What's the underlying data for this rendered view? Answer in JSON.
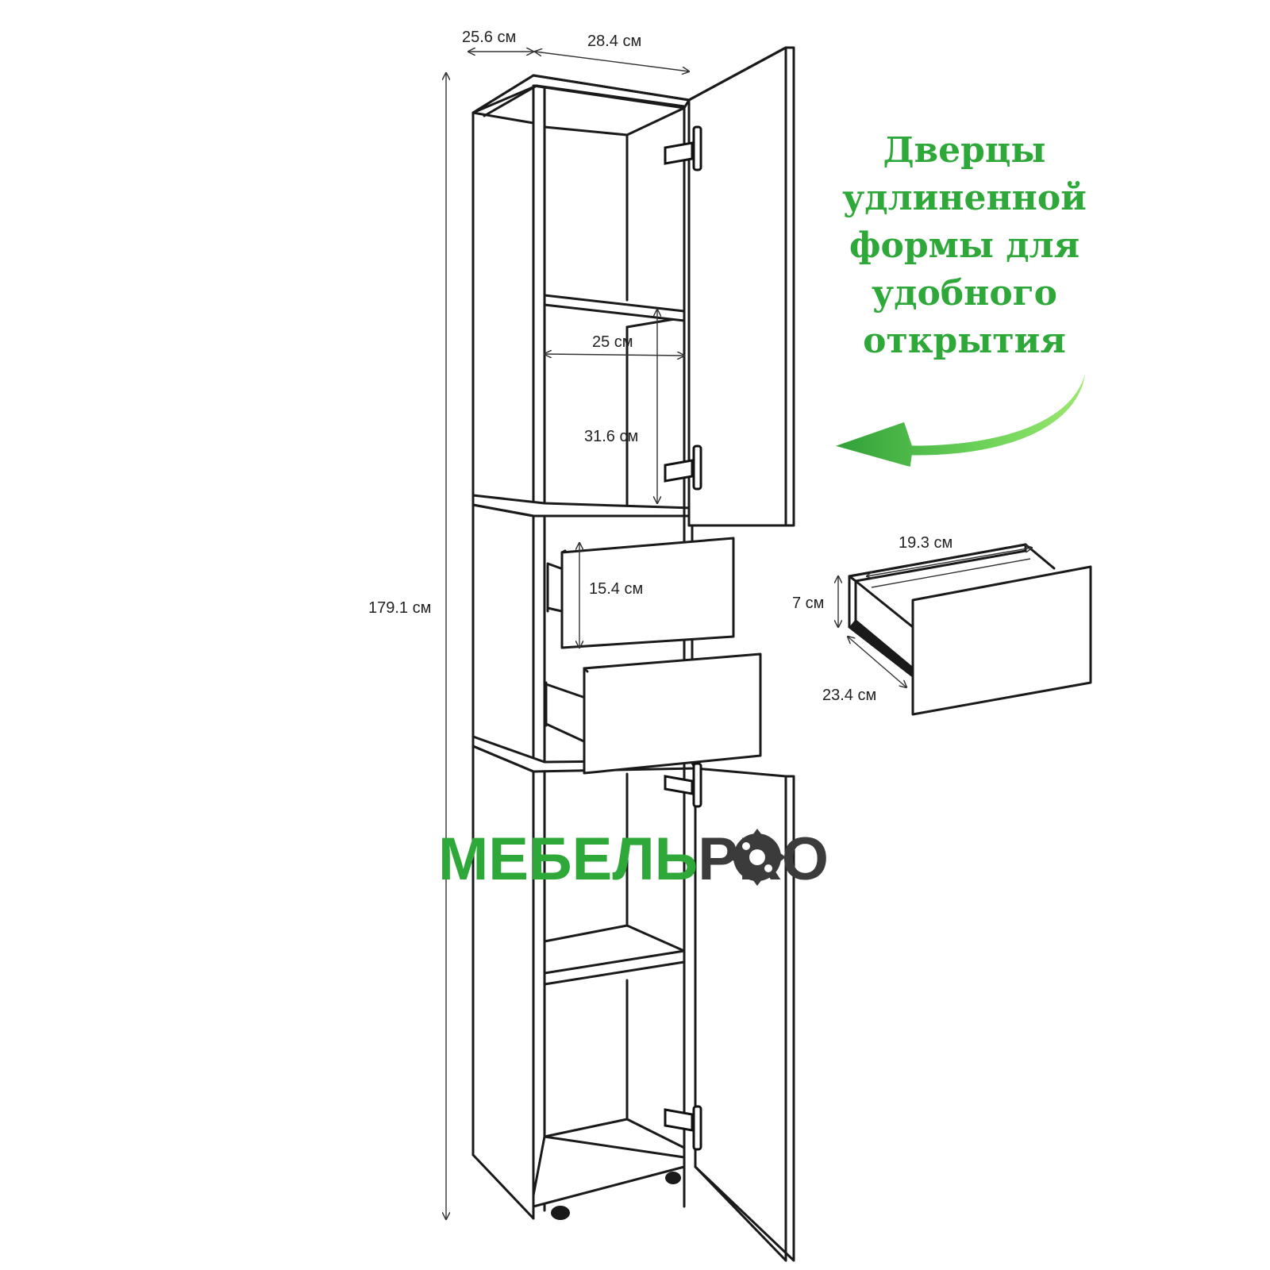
{
  "colors": {
    "accent_green": "#2fa83a",
    "logo_gray": "#3b3b3b",
    "line": "#1a1a1a"
  },
  "dimensions": {
    "top_depth": "25.6 см",
    "top_width": "28.4 см",
    "total_height": "179.1 см",
    "shelf_width": "25 см",
    "shelf_height": "31.6 см",
    "drawer_height": "15.4 см",
    "drawer_width": "19.3 см",
    "drawer_inner_height": "7 см",
    "drawer_depth": "23.4 см"
  },
  "callout": {
    "lines": [
      "Дверцы",
      "удлиненной",
      "формы для",
      "удобного",
      "открытия"
    ]
  },
  "logo": {
    "part_green": "МЕБЕЛЬ",
    "part_gray": "PRO"
  }
}
